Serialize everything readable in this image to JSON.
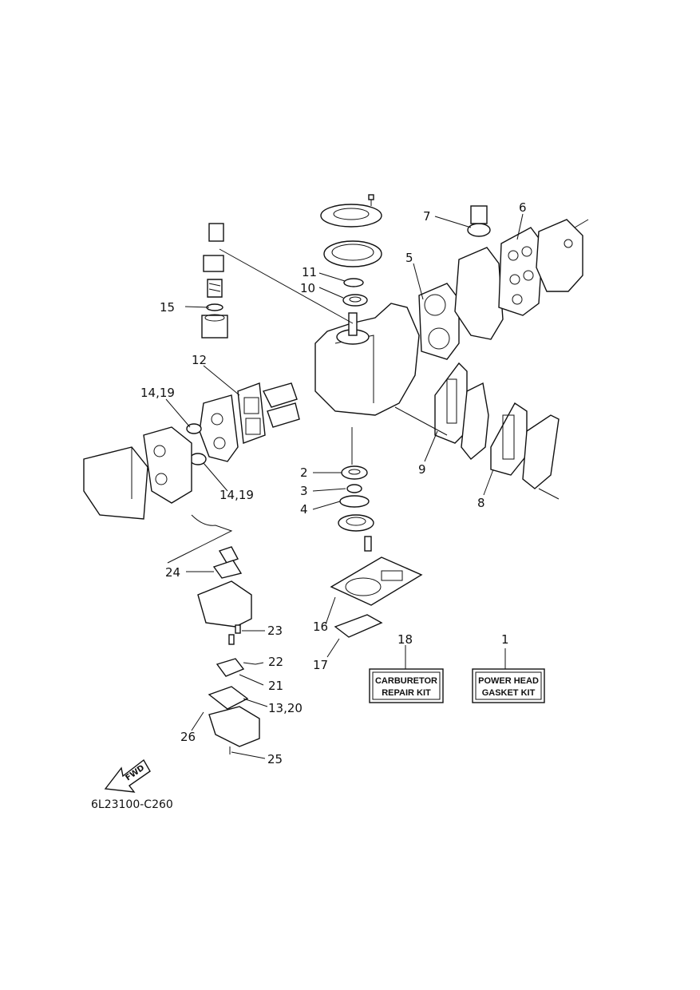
{
  "callouts": {
    "c1": "1",
    "c2": "2",
    "c3": "3",
    "c4": "4",
    "c5": "5",
    "c6": "6",
    "c7": "7",
    "c8": "8",
    "c9": "9",
    "c10": "10",
    "c11": "11",
    "c12": "12",
    "c13_20": "13,20",
    "c14_19_top": "14,19",
    "c14_19_bottom": "14,19",
    "c15": "15",
    "c16": "16",
    "c17": "17",
    "c18": "18",
    "c21": "21",
    "c22": "22",
    "c23": "23",
    "c24": "24",
    "c25": "25",
    "c26": "26"
  },
  "kits": {
    "carburetor_line1": "CARBURETOR",
    "carburetor_line2": "REPAIR KIT",
    "powerhead_line1": "POWER HEAD",
    "powerhead_line2": "GASKET KIT"
  },
  "fwd_label": "FWD",
  "diagram_code": "6L23100-C260"
}
